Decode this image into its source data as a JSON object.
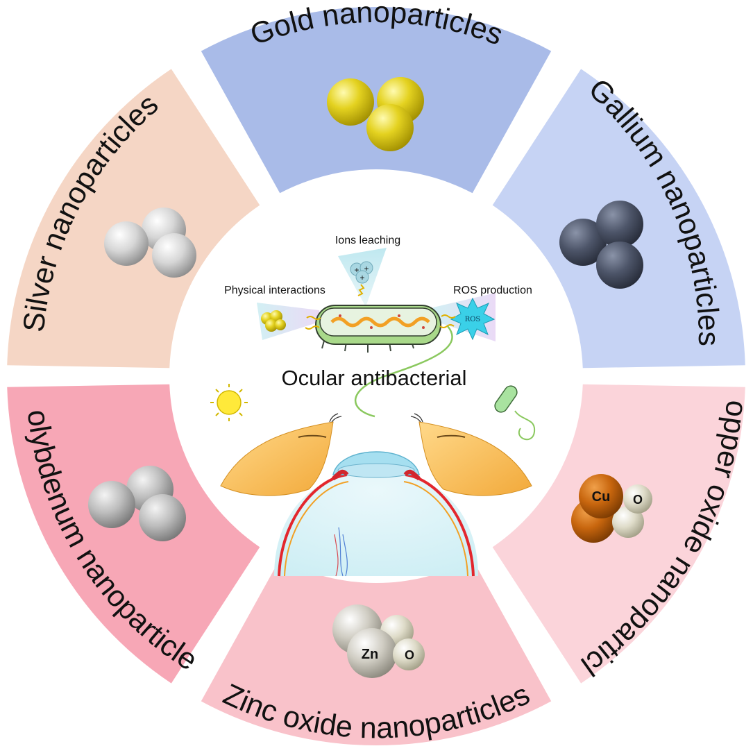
{
  "center": {
    "title": "Ocular antibacterial",
    "mechanisms": {
      "ions": "Ions leaching",
      "physical": "Physical interactions",
      "ros": "ROS production",
      "ros_badge": "ROS"
    },
    "ion_symbols": [
      "+",
      "+",
      "+"
    ]
  },
  "segments": [
    {
      "id": "gold",
      "label": "Gold nanoparticles",
      "color": "#a9bbe8"
    },
    {
      "id": "gallium",
      "label": "Gallium nanoparticles",
      "color": "#c6d3f4"
    },
    {
      "id": "copper",
      "label": "Copper oxide  nanoparticles",
      "color": "#fbd4da"
    },
    {
      "id": "zinc",
      "label": "Zinc oxide  nanoparticles",
      "color": "#f9c2ca"
    },
    {
      "id": "molybdenum",
      "label": "Molybdenum nanoparticles",
      "color": "#f7a7b6"
    },
    {
      "id": "silver",
      "label": "Silver nanoparticles",
      "color": "#f5d6c5"
    }
  ],
  "atoms": {
    "copper": {
      "metal": "Cu",
      "oxygen": "O"
    },
    "zinc": {
      "metal": "Zn",
      "oxygen": "O"
    }
  }
}
